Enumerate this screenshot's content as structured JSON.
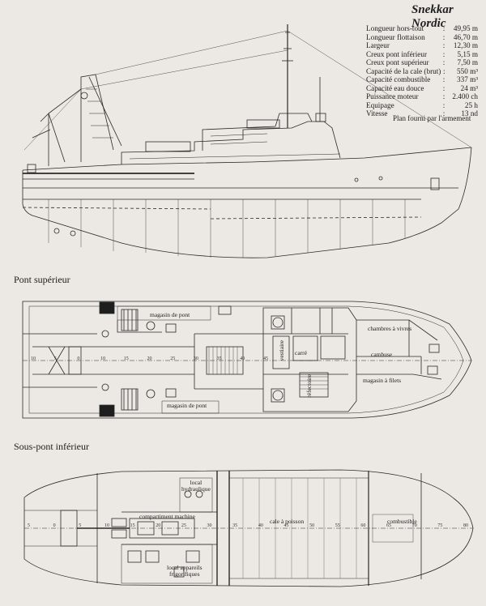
{
  "vessel_name": "Snekkar Nordic",
  "specs": [
    {
      "label": "Longueur hors-tout",
      "value": "49,95 m"
    },
    {
      "label": "Longueur flottaison",
      "value": "46,70 m"
    },
    {
      "label": "Largeur",
      "value": "12,30 m"
    },
    {
      "label": "Creux pont inférieur",
      "value": "5,15 m"
    },
    {
      "label": "Creux pont supérieur",
      "value": "7,50 m"
    },
    {
      "label": "Capacité de la cale (brut)",
      "value": "550 m³"
    },
    {
      "label": "Capacité combustible",
      "value": "337 m³"
    },
    {
      "label": "Capacité eau douce",
      "value": "24 m³"
    },
    {
      "label": "Puissance moteur",
      "value": "2.400 ch"
    },
    {
      "label": "Equipage",
      "value": "25 h"
    },
    {
      "label": "Vitesse",
      "value": "13 nd"
    }
  ],
  "credit": "Plan fourni par l'armement",
  "sections": {
    "upper_deck": "Pont supérieur",
    "lower_deck": "Sous-pont inférieur"
  },
  "upper_labels": {
    "magasin_pont_top": "magasin de pont",
    "magasin_pont_bottom": "magasin de pont",
    "chambres_vivres": "chambres à vivres",
    "cambuse": "cambuse",
    "magasin_filets": "magasin à filets",
    "carre": "carré",
    "refectoire": "réfectoire",
    "vestiaire": "vestiaire"
  },
  "lower_labels": {
    "local_hydraulique": "local\nhydraulique",
    "compartiment_machine": "compartiment machine",
    "local_appareils": "local appareils\nfrigorifiques",
    "cale_poisson": "cale à poisson",
    "combustible": "combustible"
  },
  "frame_numbers_upper": [
    "10",
    "5",
    "0",
    "10",
    "15",
    "20",
    "25",
    "30",
    "35",
    "40",
    "45"
  ],
  "frame_numbers_lower": [
    "5",
    "0",
    "5",
    "10",
    "15",
    "20",
    "25",
    "30",
    "35",
    "40",
    "45",
    "50",
    "55",
    "60",
    "65",
    "70",
    "75",
    "80"
  ]
}
